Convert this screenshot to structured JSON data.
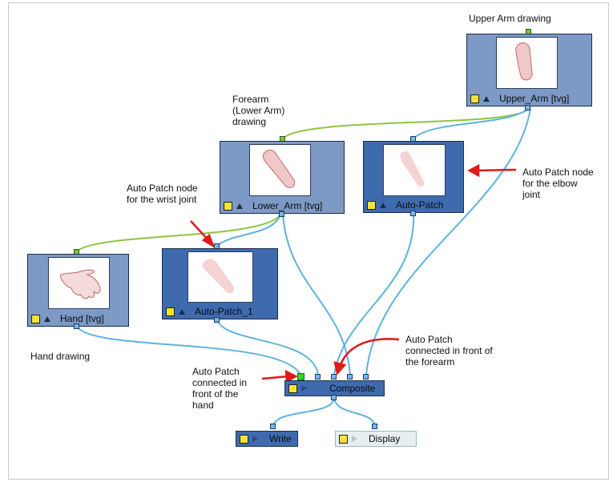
{
  "annotations": {
    "upper_arm_drawing": "Upper Arm drawing",
    "forearm_drawing": "Forearm\n(Lower Arm)\ndrawing",
    "wrist_patch": "Auto Patch node\nfor the wrist joint",
    "elbow_patch": "Auto Patch node\nfor the elbow\njoint",
    "hand_drawing": "Hand drawing",
    "patch_front_forearm": "Auto Patch\nconnected in front of\nthe forearm",
    "patch_front_hand": "Auto Patch\nconnected in\nfront of the\nhand"
  },
  "nodes": {
    "upper_arm": "Upper_Arm  [tvg]",
    "lower_arm": "Lower_Arm  [tvg]",
    "auto_patch": "Auto-Patch",
    "hand": "Hand  [tvg]",
    "auto_patch_1": "Auto-Patch_1",
    "composite": "Composite",
    "write": "Write",
    "display": "Display"
  },
  "colors": {
    "wire_blue": "#5fb3df",
    "wire_green": "#8cc63f",
    "arrow_red": "#e01818",
    "node_light": "#7d9ac6",
    "node_dark": "#3f6bae"
  }
}
